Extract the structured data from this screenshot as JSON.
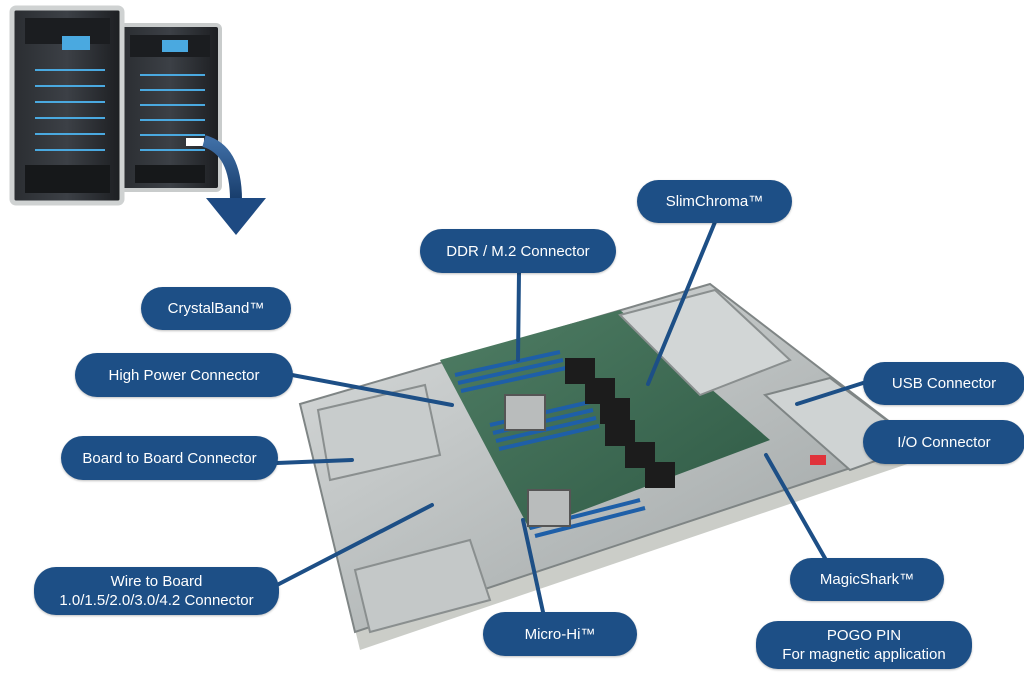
{
  "labels": {
    "slimchroma": "SlimChroma™",
    "ddr_m2": "DDR / M.2 Connector",
    "crystalband": "CrystalBand™",
    "high_power": "High Power Connector",
    "usb": "USB Connector",
    "io": "I/O Connector",
    "board_to_board": "Board to Board Connector",
    "wire_to_board_line1": "Wire to Board",
    "wire_to_board_line2": "1.0/1.5/2.0/3.0/4.2 Connector",
    "magicshark": "MagicShark™",
    "micro_hi": "Micro-Hi™",
    "pogo_line1": "POGO PIN",
    "pogo_line2": "For magnetic application"
  },
  "colors": {
    "pill": "#1d4f86",
    "leader": "#1d4f86",
    "arrow": "#1e4a82"
  },
  "images": {
    "servers": "server-rack-illustration",
    "board": "server-motherboard-photo"
  }
}
